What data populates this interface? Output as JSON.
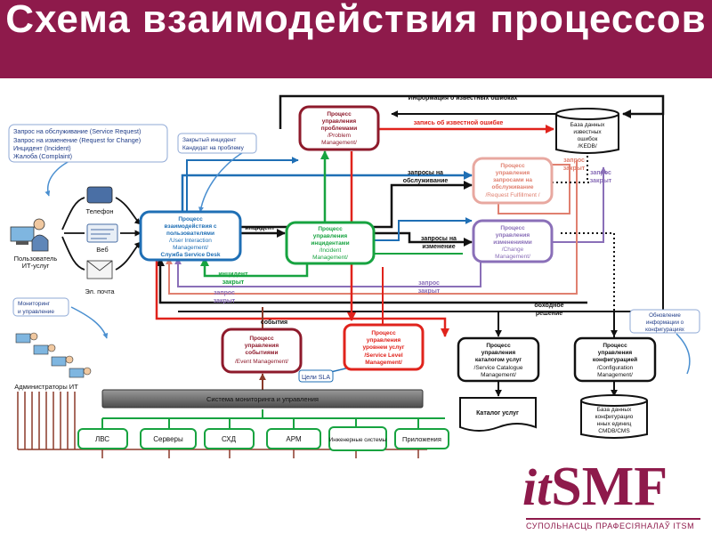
{
  "title": "Схема взаимодействия процессов",
  "colors": {
    "title_bar": "#8e1a4b",
    "logo": "#8e1a4b"
  },
  "user_requests": [
    "Запрос на обслуживание (Service Request)",
    "Запрос на изменение (Request for Change)",
    "Инцидент (Incident)",
    "Жалоба (Complaint)"
  ],
  "closed_note": [
    "Закрытый инцидент",
    "Кандидат на проблему"
  ],
  "channels": {
    "phone": "Телефон",
    "web": "Веб",
    "email": "Эл. почта"
  },
  "user_label": [
    "Пользователь",
    "ИТ-услуг"
  ],
  "monitoring_note": [
    "Мониторинг",
    "и управление"
  ],
  "admins_label": "Администраторы ИТ",
  "processes": {
    "service_desk": [
      "Процесс",
      "взаимодействия с",
      "пользователями",
      "/User Interaction",
      "Management/",
      "Служба Service Desk"
    ],
    "incident": [
      "Процесс",
      "управления",
      "инцидентами",
      "/Incident",
      "Management/"
    ],
    "problem": [
      "Процесс",
      "управления",
      "проблемами",
      "/Problem",
      "Management/"
    ],
    "request": [
      "Процесс",
      "управления",
      "запросами на",
      "обслуживание",
      "/Request Fulfillment /"
    ],
    "change": [
      "Процесс",
      "управления",
      "изменениями",
      "/Change",
      "Management/"
    ],
    "event": [
      "Процесс",
      "управления",
      "событиями",
      "/Event Management/"
    ],
    "slm": [
      "Процесс",
      "управления",
      "уровнем услуг",
      "/Service Level",
      "Management/"
    ],
    "catalog": [
      "Процесс",
      "управления",
      "каталогом услуг",
      "/Service Catalogue",
      "Management/"
    ],
    "config": [
      "Процесс",
      "управления",
      "конфигурацией",
      "/Configuration",
      "Management/"
    ]
  },
  "kedb": [
    "База данных",
    "известных",
    "ошибок",
    "/KEDB/"
  ],
  "cmdb": [
    "База данных",
    "конфигурацио",
    "нных единиц",
    "CMDB/CMS"
  ],
  "catalog_doc": "Каталог услуг",
  "sla_note": "Цели SLA",
  "config_note": [
    "Обновление",
    "информации о",
    "конфигурациях"
  ],
  "monitoring_system": "Система мониторинга и управления",
  "infrastructure": [
    "ЛВС",
    "Серверы",
    "СХД",
    "АРМ",
    "Инженерные системы",
    "Приложения"
  ],
  "flows": {
    "known_errors_info": "Информация о известных ошибках",
    "known_error_record": "запись об известной ошибке",
    "service_requests": [
      "запросы на",
      "обслуживание"
    ],
    "incident": "инцидент",
    "change_requests": [
      "запросы на",
      "изменение"
    ],
    "request_closed_1": [
      "запрос",
      "закрыт"
    ],
    "request_closed_2": [
      "запрос",
      "закрыт"
    ],
    "request_closed_3": [
      "запрос",
      "закрыт"
    ],
    "request_closed_4": [
      "запрос",
      "закрыт"
    ],
    "incident_closed": [
      "инцидент",
      "закрыт"
    ],
    "workaround": [
      "обходное",
      "решение"
    ],
    "event": "события"
  },
  "logo": {
    "prefix": "it",
    "main": "SMF",
    "subtitle": "СУПОЛЬНАСЦЬ ПРАФЕСІЯНАЛАЎ ITSM"
  }
}
